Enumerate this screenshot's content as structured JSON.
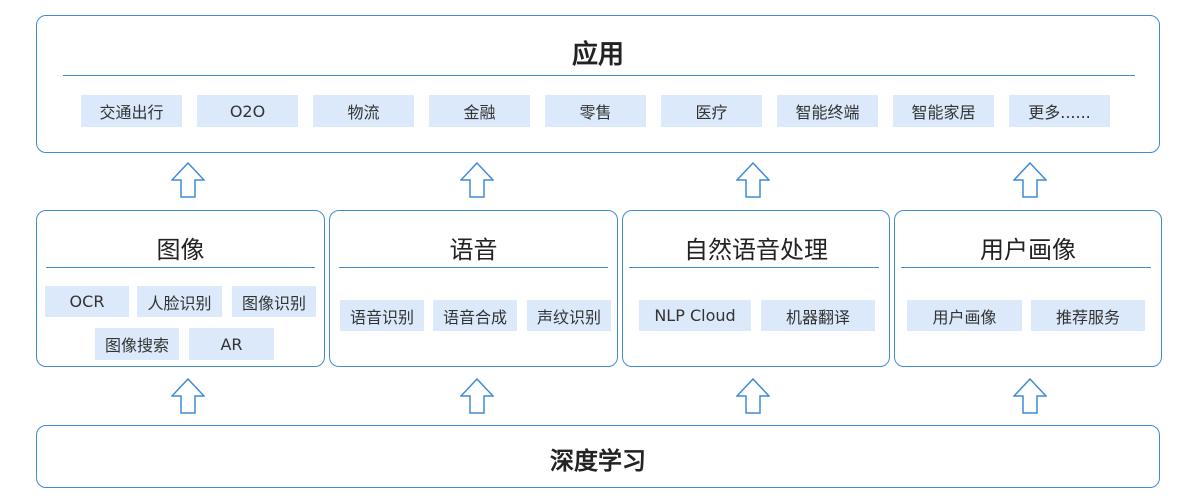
{
  "app_layer": {
    "title": "应用",
    "items": [
      "交通出行",
      "O2O",
      "物流",
      "金融",
      "零售",
      "医疗",
      "智能终端",
      "智能家居",
      "更多......"
    ]
  },
  "image_module": {
    "title": "图像",
    "items": [
      "OCR",
      "人脸识别",
      "图像识别",
      "图像搜索",
      "AR"
    ]
  },
  "speech_module": {
    "title": "语音",
    "items": [
      "语音识别",
      "语音合成",
      "声纹识别"
    ]
  },
  "nlp_module": {
    "title": "自然语音处理",
    "items": [
      "NLP Cloud",
      "机器翻译"
    ]
  },
  "profile_module": {
    "title": "用户画像",
    "items": [
      "用户画像",
      "推荐服务"
    ]
  },
  "foundation_layer": {
    "title": "深度学习"
  },
  "colors": {
    "border": "#3f8bd6",
    "tag_fill": "#dbe9fb",
    "arrow_stroke": "#3f8bd6"
  },
  "icons": {
    "arrow": "up-arrow-outline-icon"
  }
}
